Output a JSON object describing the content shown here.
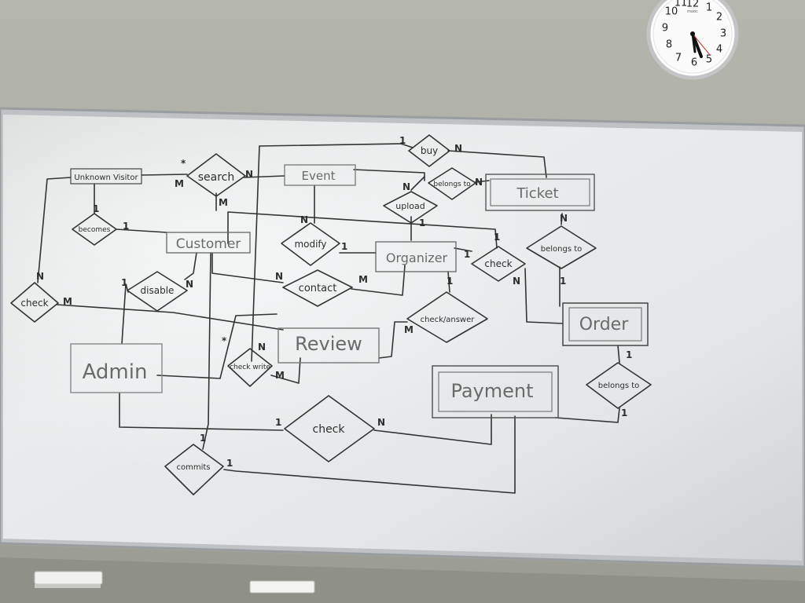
{
  "clock": {
    "numerals": [
      "12",
      "1",
      "2",
      "3",
      "4",
      "5",
      "6",
      "7",
      "8",
      "9",
      "10",
      "11"
    ],
    "brand": "mooc"
  },
  "diagram": {
    "entities": {
      "unknown_visitor": "Unknown Visitor",
      "customer": "Customer",
      "event": "Event",
      "ticket": "Ticket",
      "organizer": "Organizer",
      "order": "Order",
      "review": "Review",
      "admin": "Admin",
      "payment": "Payment"
    },
    "relationships": {
      "search": "search",
      "buy": "buy",
      "belongs_to_event": "belongs to",
      "upload": "upload",
      "becomes": "becomes",
      "modify": "modify",
      "check_organizer": "check",
      "belongs_to_order": "belongs to",
      "disable": "disable",
      "contact": "contact",
      "check_visitor": "check",
      "check_answer": "check/answer",
      "check_write": "check write",
      "belongs_to_payment": "belongs to",
      "check_payment": "check",
      "commits": "commits"
    },
    "cardinalities": {
      "search_visitor": "M",
      "search_star": "*",
      "search_event": "N",
      "search_customer": "M",
      "buy_left": "1",
      "buy_right": "N",
      "belongs_to_right": "N",
      "upload_top": "N",
      "upload_bottom": "1",
      "becomes_top": "1",
      "becomes_right": "1",
      "modify_top": "N",
      "modify_right": "1",
      "ticket_n": "N",
      "order_top": "1",
      "check_org_left": "1",
      "check_org_top": "1",
      "check_org_n": "N",
      "disable_left": "1",
      "disable_right": "N",
      "contact_left": "N",
      "contact_right": "M",
      "check_vis_n": "N",
      "check_vis_m": "M",
      "check_answer_1": "1",
      "check_answer_m": "M",
      "review_star": "*",
      "check_write_n": "N",
      "check_write_m": "M",
      "order_bottom": "1",
      "payment_rel_1": "1",
      "check_pay_1": "1",
      "check_pay_n": "N",
      "commits_top": "1",
      "commits_right": "1"
    }
  }
}
